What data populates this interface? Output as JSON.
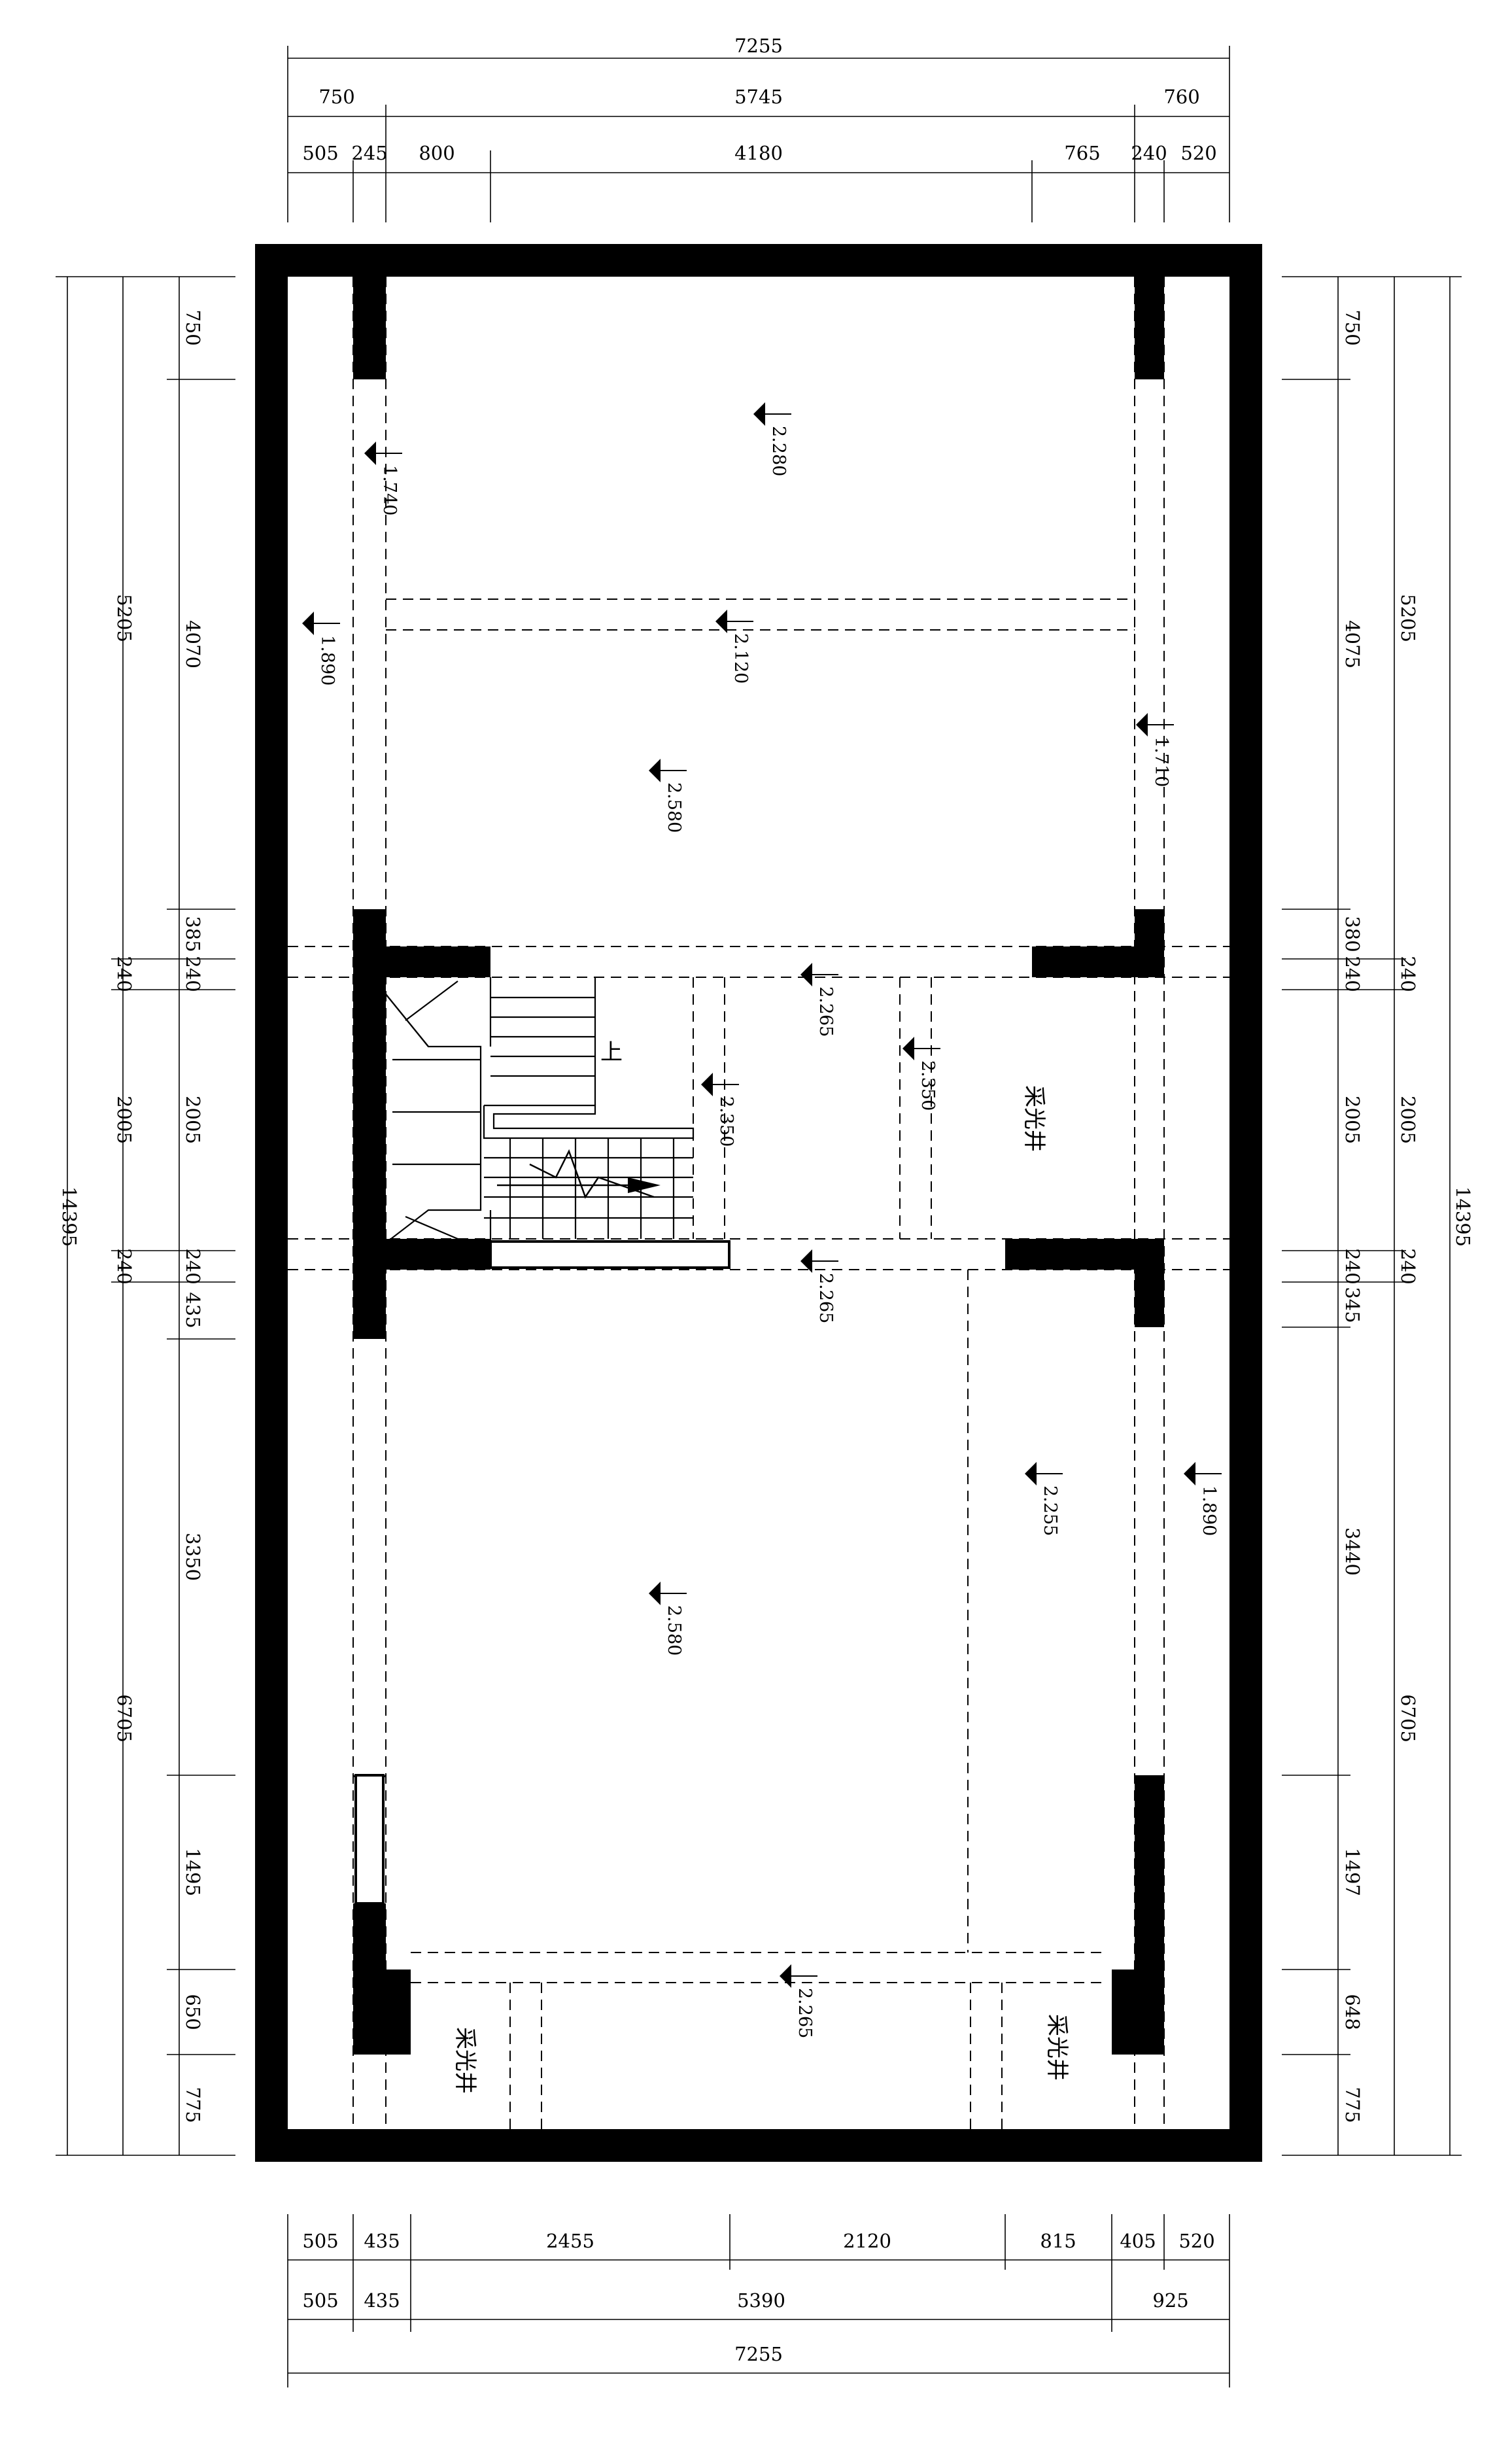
{
  "dims_top": {
    "overall": "7255",
    "row2": [
      "750",
      "5745",
      "760"
    ],
    "row3": [
      "505",
      "245",
      "800",
      "4180",
      "765",
      "240",
      "520"
    ]
  },
  "dims_bottom": {
    "row1": [
      "505",
      "435",
      "2455",
      "2120",
      "815",
      "405",
      "520"
    ],
    "row2": [
      "505",
      "435",
      "5390",
      "925"
    ],
    "overall": "7255"
  },
  "dims_left": {
    "overall": "14395",
    "mid": [
      "5205",
      "240",
      "2005",
      "240",
      "6705"
    ],
    "inner": [
      "750",
      "4070",
      "385",
      "240",
      "2005",
      "240",
      "435",
      "3350",
      "1495",
      "650",
      "775"
    ]
  },
  "dims_right": {
    "overall": "14395",
    "mid": [
      "5205",
      "240",
      "2005",
      "240",
      "6705"
    ],
    "inner": [
      "750",
      "4075",
      "380",
      "240",
      "2005",
      "240",
      "345",
      "3440",
      "1497",
      "648",
      "775"
    ]
  },
  "levels": [
    "2.280",
    "1.740",
    "1.890",
    "2.120",
    "1.710",
    "2.580",
    "2.265",
    "2.350",
    "2.350",
    "2.265",
    "2.255",
    "1.890",
    "2.580",
    "2.265"
  ],
  "rooms": [
    "采光井",
    "采光井",
    "采光井"
  ],
  "stair_label": "上"
}
